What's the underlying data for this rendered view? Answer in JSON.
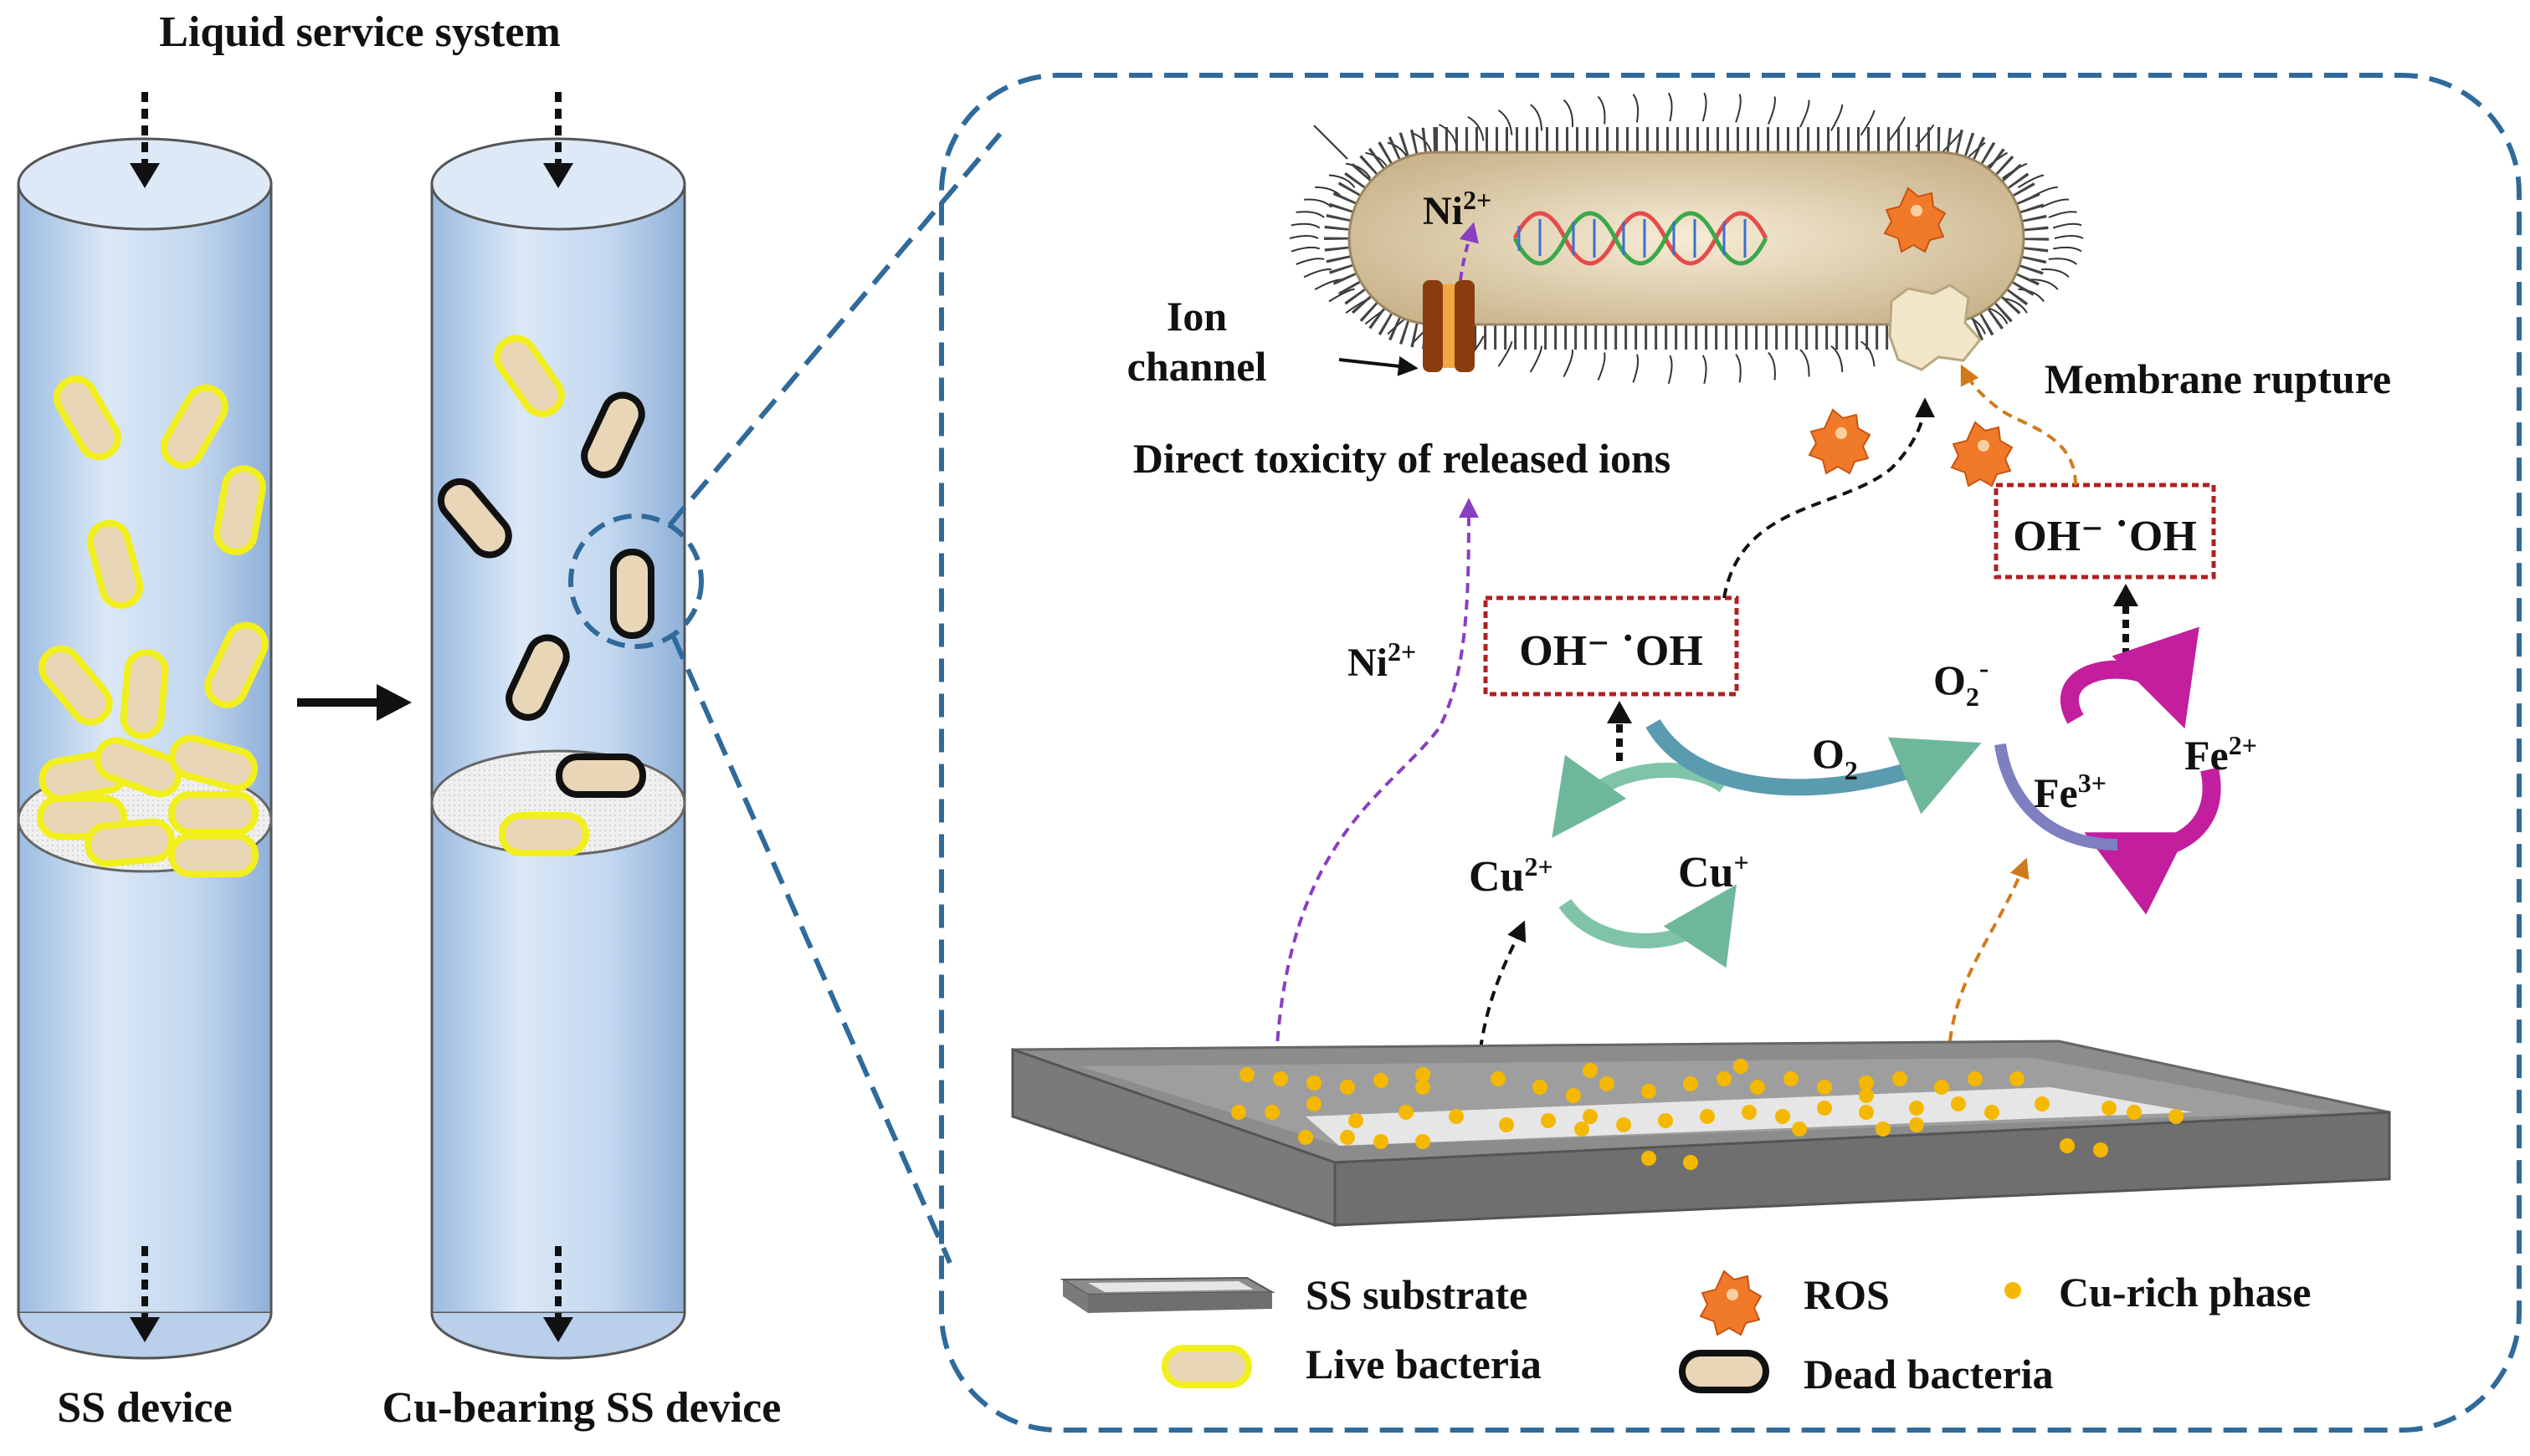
{
  "title": "Liquid service system",
  "device_labels": {
    "left": "SS device",
    "right": "Cu-bearing SS device"
  },
  "bacterium": {
    "ion_channel_line1": "Ion",
    "ion_channel_line2": "channel",
    "ni_inside": "Ni",
    "ni_inside_sup": "2+",
    "direct_toxicity": "Direct toxicity of released ions",
    "membrane_rupture": "Membrane rupture"
  },
  "reactions": {
    "ni_release": "Ni",
    "ni_release_sup": "2+",
    "box_left": "OH⁻ ˙OH",
    "box_right": "OH⁻ ˙OH",
    "o2": "O",
    "o2_sub": "2",
    "o2_minus": "O",
    "o2_minus_sub": "2",
    "o2_minus_sup": "-",
    "cu2": "Cu",
    "cu2_sup": "2+",
    "cu1": "Cu",
    "cu1_sup": "+",
    "fe3": "Fe",
    "fe3_sup": "3+",
    "fe2": "Fe",
    "fe2_sup": "2+"
  },
  "legend": {
    "ss_substrate": "SS substrate",
    "ros": "ROS",
    "cu_rich": "Cu-rich phase",
    "live_bacteria": "Live bacteria",
    "dead_bacteria": "Dead bacteria"
  },
  "colors": {
    "dashed_frame": "#2f6a9a",
    "live_outline": "#f2ef1e",
    "bacteria_fill": "#e8d6b6",
    "cu_particle": "#f5b800",
    "substrate_top": "#8c8c8c",
    "substrate_front": "#6f6f6f",
    "ros": "#f07a2a",
    "box_border": "#b02020",
    "purple_arrow": "#8a3fc2",
    "orange_arrow": "#d27a1a",
    "green_cycle": "#7fc4a8",
    "magenta_cycle": "#c21e9e"
  }
}
